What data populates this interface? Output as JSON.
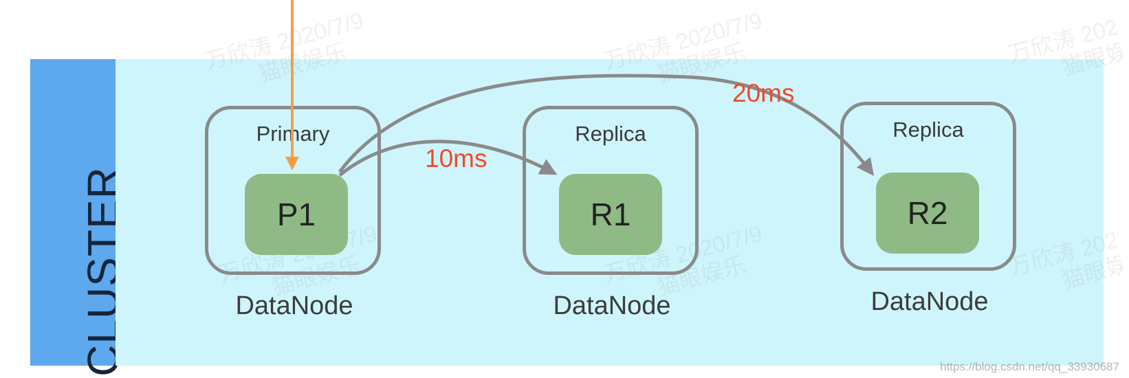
{
  "cluster": {
    "label": "CLUSTER"
  },
  "nodes": [
    {
      "role": "Primary",
      "shard": "P1",
      "caption": "DataNode"
    },
    {
      "role": "Replica",
      "shard": "R1",
      "caption": "DataNode"
    },
    {
      "role": "Replica",
      "shard": "R2",
      "caption": "DataNode"
    }
  ],
  "latencies": {
    "to_r1": "10ms",
    "to_r2": "20ms"
  },
  "watermark": {
    "line1": "万欣涛 2020/7/9",
    "line2": "猫眼娱乐"
  },
  "source_url": "https://blog.csdn.net/qq_33930687",
  "colors": {
    "cluster_bar": "#5ea8ee",
    "cluster_area": "#cff5fc",
    "shard": "#8fba85",
    "node_border": "#8a8a8a",
    "connector": "#8a8a8a",
    "write_arrow": "#f0a04b",
    "latency_text": "#f0492c"
  }
}
